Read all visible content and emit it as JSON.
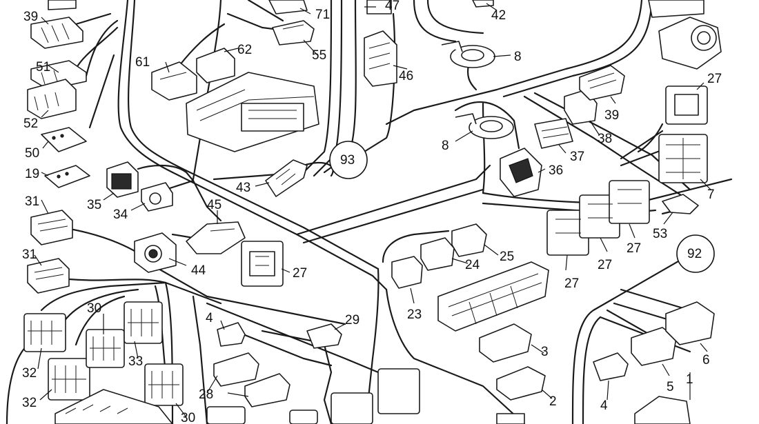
{
  "callouts": [
    "39",
    "51",
    "52",
    "50",
    "19",
    "31",
    "31",
    "32",
    "32",
    "30",
    "33",
    "30",
    "35",
    "34",
    "44",
    "45",
    "27",
    "4",
    "28",
    "29",
    "43",
    "93",
    "61",
    "62",
    "55",
    "71",
    "47",
    "42",
    "46",
    "8",
    "8",
    "36",
    "37",
    "38",
    "39",
    "27",
    "7",
    "53",
    "27",
    "27",
    "27",
    "92",
    "25",
    "24",
    "23",
    "3",
    "2",
    "4",
    "5",
    "6",
    "1"
  ]
}
